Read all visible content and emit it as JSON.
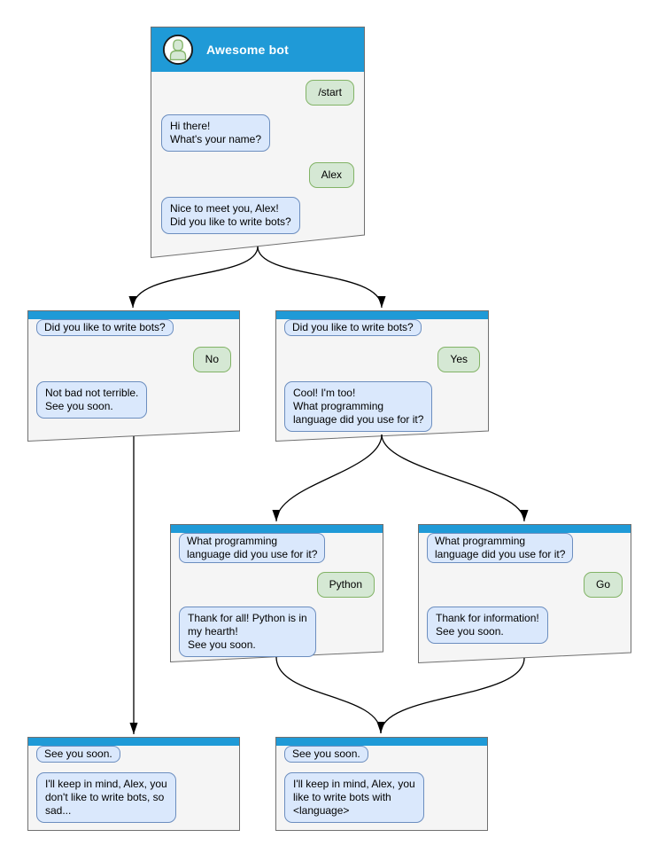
{
  "colors": {
    "header_blue": "#1f9ad7",
    "window_bg": "#f5f5f5",
    "window_border": "#707070",
    "bot_bubble_bg": "#dae8fc",
    "bot_bubble_border": "#6c8ebf",
    "user_bubble_bg": "#d5e8d4",
    "user_bubble_border": "#82b366",
    "edge_color": "#000000"
  },
  "main": {
    "title": "Awesome bot",
    "avatar_icon": "person-icon",
    "messages": {
      "start": "/start",
      "greet": "Hi there!\nWhat's your name?",
      "name": "Alex",
      "ask": "Nice to meet you, Alex!\nDid you like to write bots?"
    }
  },
  "no_branch": {
    "question": "Did you like to write bots?",
    "answer": "No",
    "reply": "Not bad not terrible.\nSee you soon."
  },
  "yes_branch": {
    "question": "Did you like to write bots?",
    "answer": "Yes",
    "reply": "Cool! I'm too!\nWhat programming\nlanguage did you use for it?"
  },
  "python_branch": {
    "question": "What programming\nlanguage did you use for it?",
    "answer": "Python",
    "reply": "Thank for all! Python is in\nmy hearth!\nSee you soon."
  },
  "go_branch": {
    "question": "What programming\nlanguage did you use for it?",
    "answer": "Go",
    "reply": "Thank for information!\nSee you soon."
  },
  "end_no": {
    "status": "See you soon.",
    "reply": "I'll keep in mind, Alex, you\ndon't like to write bots, so\nsad..."
  },
  "end_yes": {
    "status": "See you soon.",
    "reply": "I'll keep in mind, Alex, you\nlike to write bots with\n<language>"
  }
}
